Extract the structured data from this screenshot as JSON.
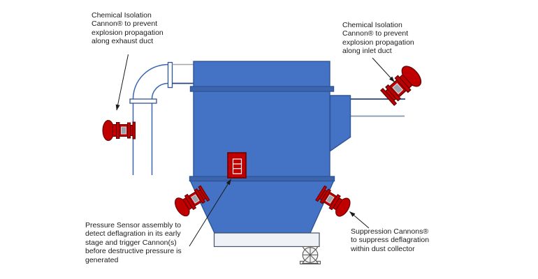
{
  "labels": {
    "exhaust_cannon": "Chemical Isolation\nCannon® to prevent\nexplosion propagation\nalong exhaust duct",
    "inlet_cannon": "Chemical Isolation\nCannon® to prevent\nexplosion propagation\nalong inlet duct",
    "pressure_sensor": "Pressure Sensor assembly to\ndetect deflagration in its early\nstage and trigger Cannon(s)\nbefore destructive pressure is\ngenerated",
    "suppression_cannons": "Suppression Cannons®\nto suppress deflagration\nwithin dust collector"
  },
  "colors": {
    "body_blue": "#4472C4",
    "band_blue": "#3D65AE",
    "outline_blue": "#2F5597",
    "cannon_red": "#C00000",
    "cannon_outline": "#5F0000",
    "window_gray": "#9AA3AE",
    "duct_stroke": "#3A66B0",
    "inlet_top_line": "#24457E",
    "inlet_bottom_line": "#8497B0",
    "discharge_box_fill": "#EEF1F5",
    "leader_black": "#1a1a1a",
    "background": "#ffffff"
  },
  "components": {
    "dust_collector": "dust collector body with flange bands, hopper and discharge box",
    "exhaust_duct": "exhaust duct with 90-degree elbow and flanges",
    "inlet_duct": "inlet duct lines at right side",
    "cannons": [
      "exhaust duct isolation cannon",
      "inlet duct isolation cannon",
      "hopper left suppression cannon",
      "hopper right suppression cannon"
    ],
    "pressure_sensor": "red pressure sensor panel on collector wall",
    "rotary_valve": "rotary valve wheel under discharge box"
  }
}
